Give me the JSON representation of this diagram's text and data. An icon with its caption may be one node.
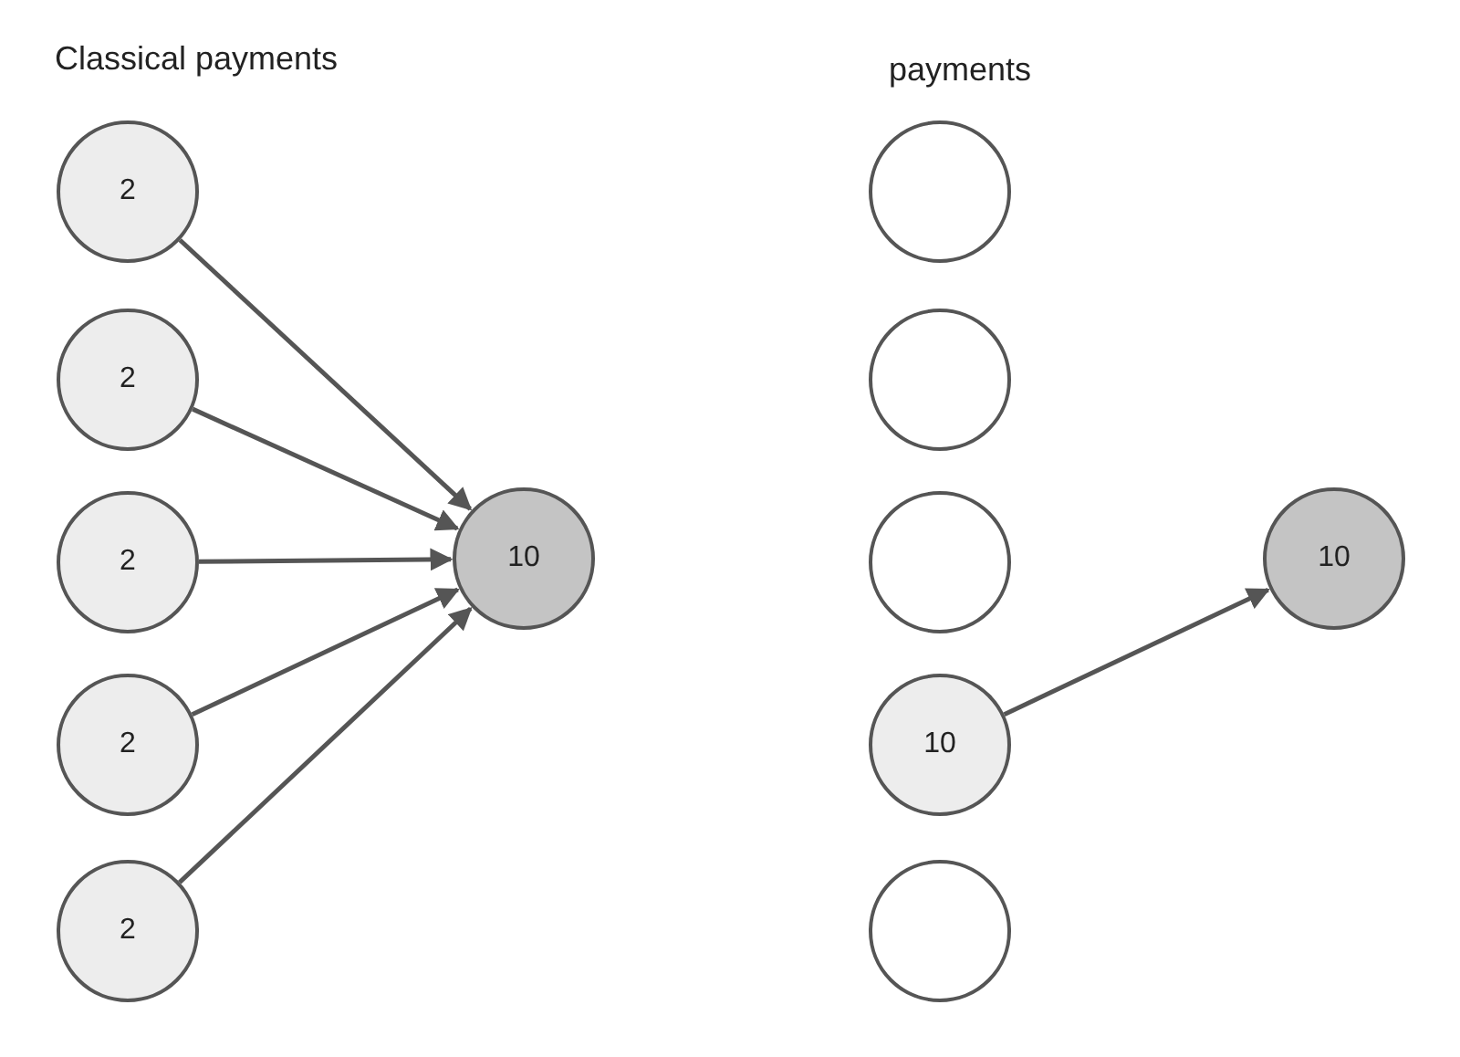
{
  "diagram": {
    "nodes": [
      {
        "text": [
          "2"
        ]
      },
      {
        "text": [
          "2"
        ]
      },
      {
        "text": [
          "2"
        ]
      },
      {
        "text": [
          "2"
        ]
      },
      {
        "text": [
          "2"
        ]
      },
      {
        "text": [
          "10"
        ]
      },
      {
        "text": [],
        "shape": "circle"
      },
      {
        "text": [],
        "shape": "circle"
      },
      {
        "text": [],
        "shape": "circle"
      },
      {
        "text": [
          "10"
        ]
      },
      {
        "text": [],
        "shape": "circle"
      },
      {
        "text": [
          "10"
        ]
      }
    ],
    "edges": [
      {
        "from": 0,
        "to": 5,
        "arrow": "to"
      },
      {
        "from": 1,
        "to": 5,
        "arrow": "to"
      },
      {
        "from": 2,
        "to": 5,
        "arrow": "to"
      },
      {
        "from": 3,
        "to": 5,
        "arrow": "to"
      },
      {
        "from": 4,
        "to": 5,
        "arrow": "to"
      },
      {
        "from": 9,
        "to": 11,
        "arrow": "to"
      }
    ],
    "labels": [
      "Classical payments",
      "payments"
    ]
  }
}
